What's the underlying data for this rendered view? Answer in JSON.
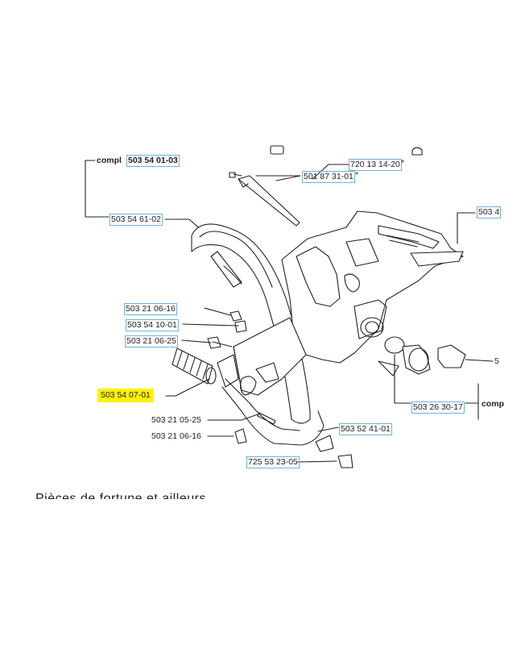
{
  "labels": {
    "compl_prefix_top": "compl",
    "kit_top": "503 54 01-03",
    "p720": "720 13 14-20",
    "p720_star": "*",
    "p501": "501 87 31-01",
    "p501_star": "*",
    "p503_4_partial": "503 4",
    "p5036102": "503 54 61-02",
    "p50321061616": "503 21 06-16",
    "p5035410": "503 54 10-01",
    "p50321062525": "503 21 06-25",
    "p5035407": "503 54 07-01",
    "p50321052525": "503 21 05-25",
    "p503210616b": "503 21 06-16",
    "p5035241": "503 52 41-01",
    "p7255323": "725 53 23-05",
    "p5032630": "503 26 30-17",
    "comp_partial_right": "comp",
    "p5_partial_right": "5"
  },
  "footer_text": "Pièces de fortune et ailleurs",
  "colors": {
    "highlight": "#fff200",
    "label_box": "#6fb3d9",
    "ink": "#222222"
  }
}
